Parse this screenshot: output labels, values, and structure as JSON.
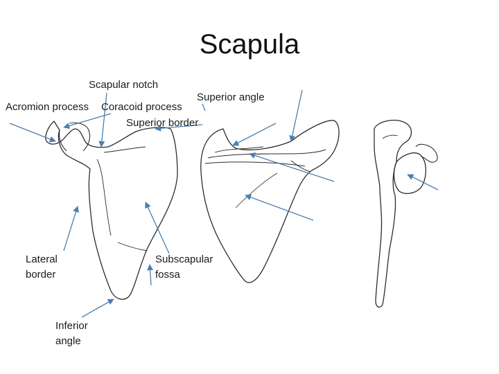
{
  "title": "Scapula",
  "labels": {
    "scapular_notch": "Scapular notch",
    "superior_angle": "Superior angle",
    "acromion_process": "Acromion process",
    "coracoid_process": "Coracoid process",
    "superior_border": "Superior border",
    "lateral_border_line1": "Lateral",
    "lateral_border_line2": "border",
    "subscapular_fossa_line1": "Subscapular",
    "subscapular_fossa_line2": "fossa",
    "inferior_angle_line1": "Inferior",
    "inferior_angle_line2": "angle"
  },
  "colors": {
    "arrow": "#4a7fb0",
    "outline": "#2b2b2b",
    "text": "#1a1a1a"
  }
}
